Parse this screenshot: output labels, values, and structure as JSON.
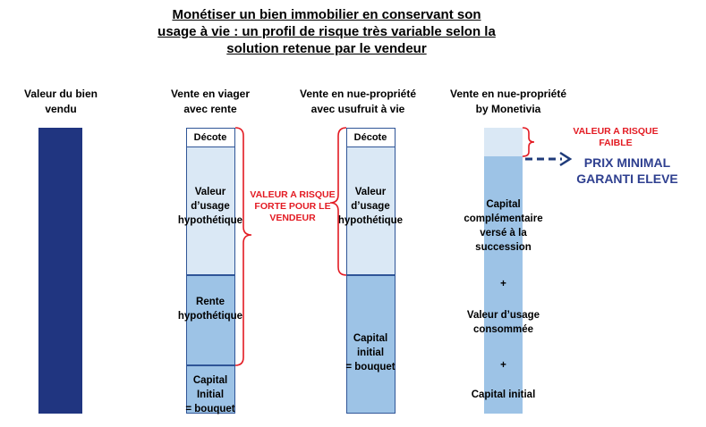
{
  "title": {
    "line1": "Monétiser un bien immobilier en conservant son",
    "line2": "usage à vie : un profil de risque très variable selon la",
    "line3": "solution retenue par le vendeur"
  },
  "columns": {
    "c1": {
      "line1": "Valeur du bien",
      "line2": "vendu"
    },
    "c2": {
      "line1": "Vente en viager",
      "line2": "avec rente"
    },
    "c3": {
      "line1": "Vente en nue-propriété",
      "line2": "avec usufruit à vie"
    },
    "c4": {
      "line1": "Vente en nue-propriété",
      "line2": "by Monetivia"
    }
  },
  "viager": {
    "decote": "Décote",
    "valeur": [
      "Valeur",
      "d’usage",
      "hypothétique"
    ],
    "rente": [
      "Rente",
      "hypothétique"
    ],
    "capital": [
      "Capital",
      "Initial",
      "= bouquet"
    ]
  },
  "nue": {
    "decote": "Décote",
    "valeur": [
      "Valeur",
      "d’usage",
      "hypothétique"
    ],
    "capital": [
      "Capital",
      "initial",
      "= bouquet"
    ]
  },
  "monetivia": {
    "complementaire": [
      "Capital",
      "complémentaire",
      "versé à la",
      "succession"
    ],
    "plus1": "+",
    "usage": [
      "Valeur d’usage",
      "consommée"
    ],
    "plus2": "+",
    "initial": "Capital initial"
  },
  "annotations": {
    "risque_forte": [
      "VALEUR A RISQUE",
      "FORTE POUR LE",
      "VENDEUR"
    ],
    "risque_faible": [
      "VALEUR A RISQUE",
      "FAIBLE"
    ],
    "prix_minimal": [
      "PRIX MINIMAL",
      "GARANTI ELEVE"
    ]
  },
  "colors": {
    "dark_blue": "#203580",
    "mid_blue": "#9dc3e6",
    "light_blue": "#dae8f5",
    "border_blue": "#2f5597",
    "risk_red": "#e31b23",
    "arrow_blue": "#1f3b7a"
  }
}
